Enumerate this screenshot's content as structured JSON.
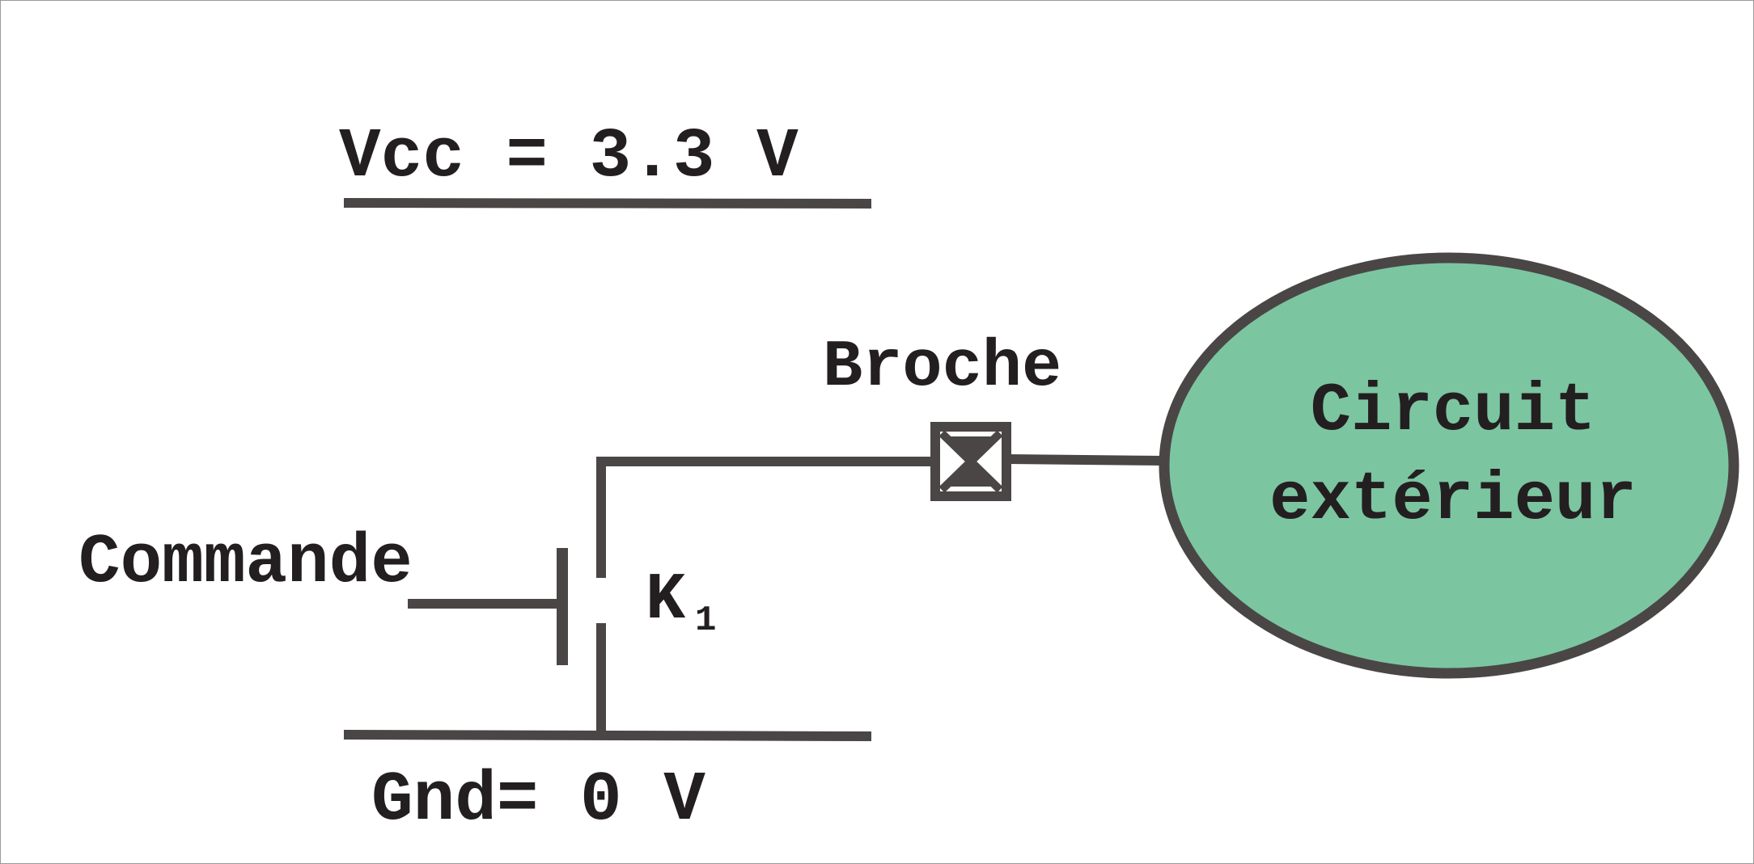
{
  "diagram": {
    "supply_label": "Vcc = 3.3 V",
    "ground_label": "Gnd= 0 V",
    "command_label": "Commande",
    "switch_label": "K",
    "switch_subscript": "1",
    "pin_label": "Broche",
    "external_circuit_line1": "Circuit",
    "external_circuit_line2": "extérieur"
  },
  "colors": {
    "wire": "#4a4646",
    "text": "#231f20",
    "circuit_fill": "#7cc5a1",
    "circuit_stroke": "#4a4646",
    "background": "#ffffff"
  }
}
